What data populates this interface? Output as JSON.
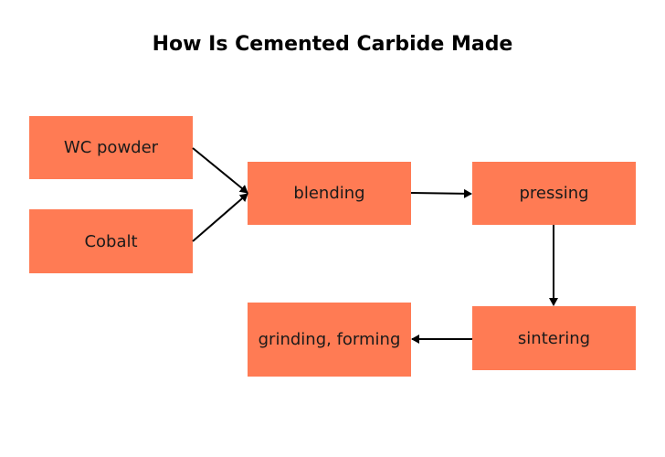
{
  "title": "How Is Cemented Carbide Made",
  "colors": {
    "box_fill": "#ff7b54",
    "arrow": "#000000"
  },
  "nodes": {
    "wc_powder": "WC powder",
    "cobalt": "Cobalt",
    "blending": "blending",
    "pressing": "pressing",
    "sintering": "sintering",
    "grinding": "grinding, forming"
  },
  "edges": [
    {
      "from": "wc_powder",
      "to": "blending"
    },
    {
      "from": "cobalt",
      "to": "blending"
    },
    {
      "from": "blending",
      "to": "pressing"
    },
    {
      "from": "pressing",
      "to": "sintering"
    },
    {
      "from": "sintering",
      "to": "grinding"
    }
  ]
}
